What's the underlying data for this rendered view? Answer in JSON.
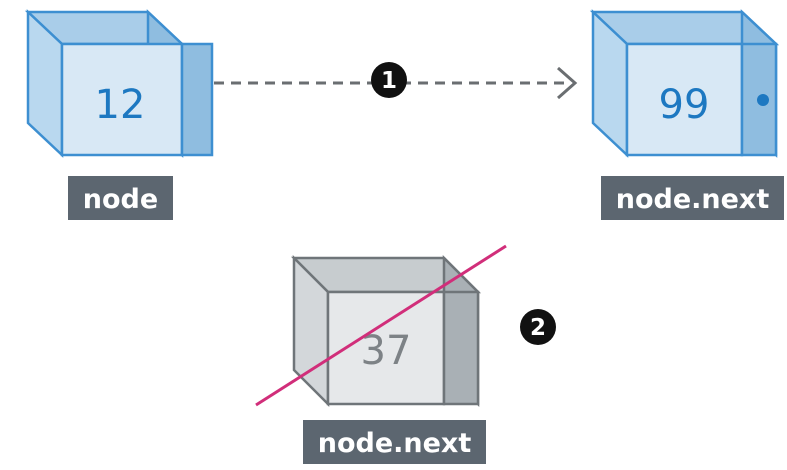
{
  "nodes": {
    "head": {
      "value": "12",
      "label": "node"
    },
    "next": {
      "value": "99",
      "label": "node.next"
    },
    "removed": {
      "value": "37",
      "label": "node.next"
    }
  },
  "steps": {
    "first": "1",
    "second": "2"
  },
  "colors": {
    "blue_face": "#d8e8f5",
    "blue_side": "#8fbde0",
    "blue_top": "#a9cde9",
    "blue_stroke": "#3d8fd1",
    "gray_face": "#e6e8ea",
    "gray_side": "#a9b0b5",
    "gray_top": "#c7cccf",
    "gray_stroke": "#6f7579",
    "label_bg": "#5c6670",
    "dashed_arrow": "#6a6e71",
    "strike_line": "#d12e7a",
    "step_circle": "#111111"
  }
}
